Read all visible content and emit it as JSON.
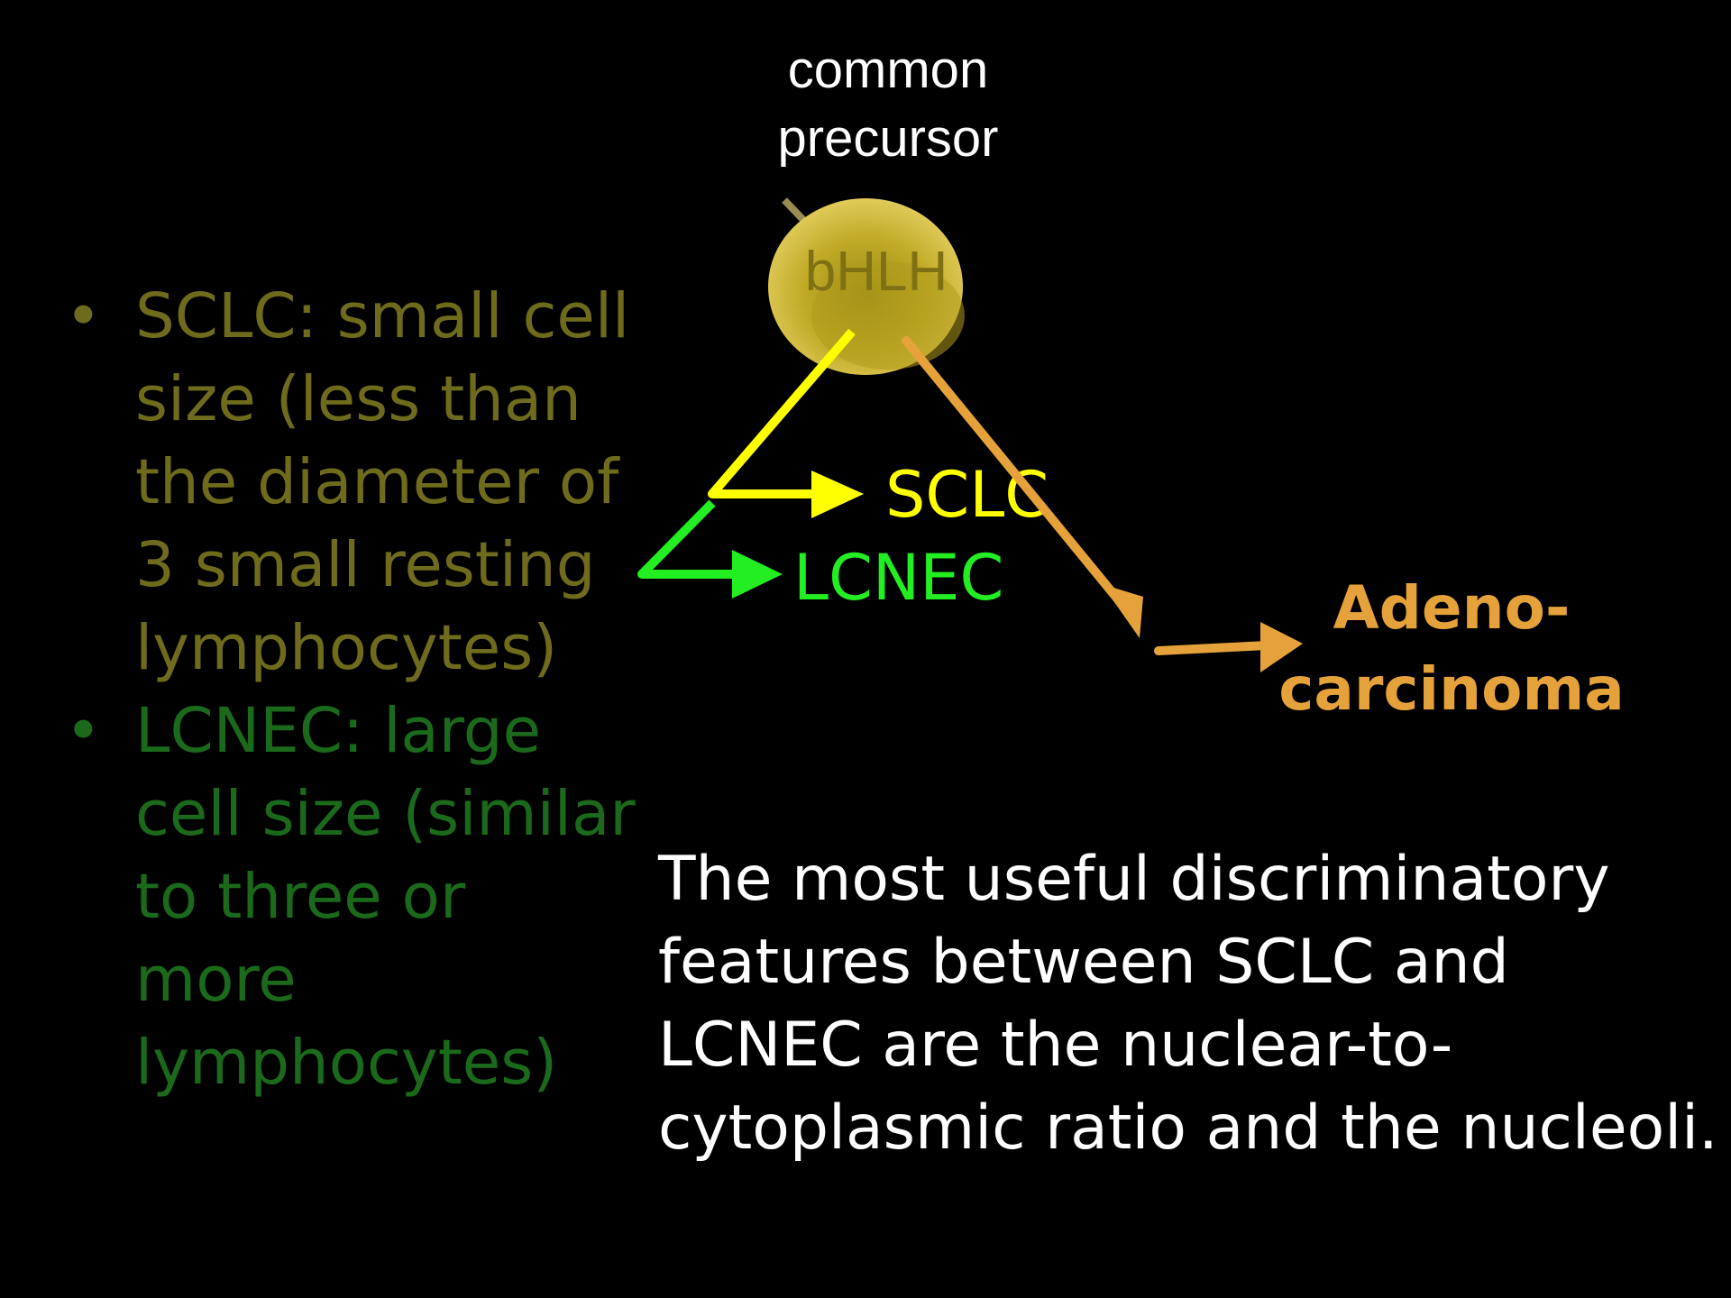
{
  "diagram": {
    "top_label": [
      "common",
      "precursor"
    ],
    "center_node": "bHLH",
    "branches": {
      "sclc": "SCLC",
      "lcnec": "LCNEC",
      "adeno": [
        "Adeno-",
        "carcinoma"
      ]
    }
  },
  "bullets": [
    {
      "lines": [
        "SCLC:  small cell",
        "size (less than",
        "the diameter of",
        "3 small resting",
        "lymphocytes)"
      ]
    },
    {
      "lines": [
        "LCNEC: large",
        "cell size (similar",
        "to three or",
        "more",
        "lymphocytes)"
      ]
    }
  ],
  "summary_lines": [
    "The most useful discriminatory",
    "features between SCLC and",
    "LCNEC are the nuclear-to-",
    "cytoplasmic ratio and the nucleoli."
  ],
  "colors": {
    "background": "#000000",
    "sclc": "#ffff00",
    "lcnec": "#22ee22",
    "adeno": "#e6a23a",
    "node": "#c8b030"
  }
}
